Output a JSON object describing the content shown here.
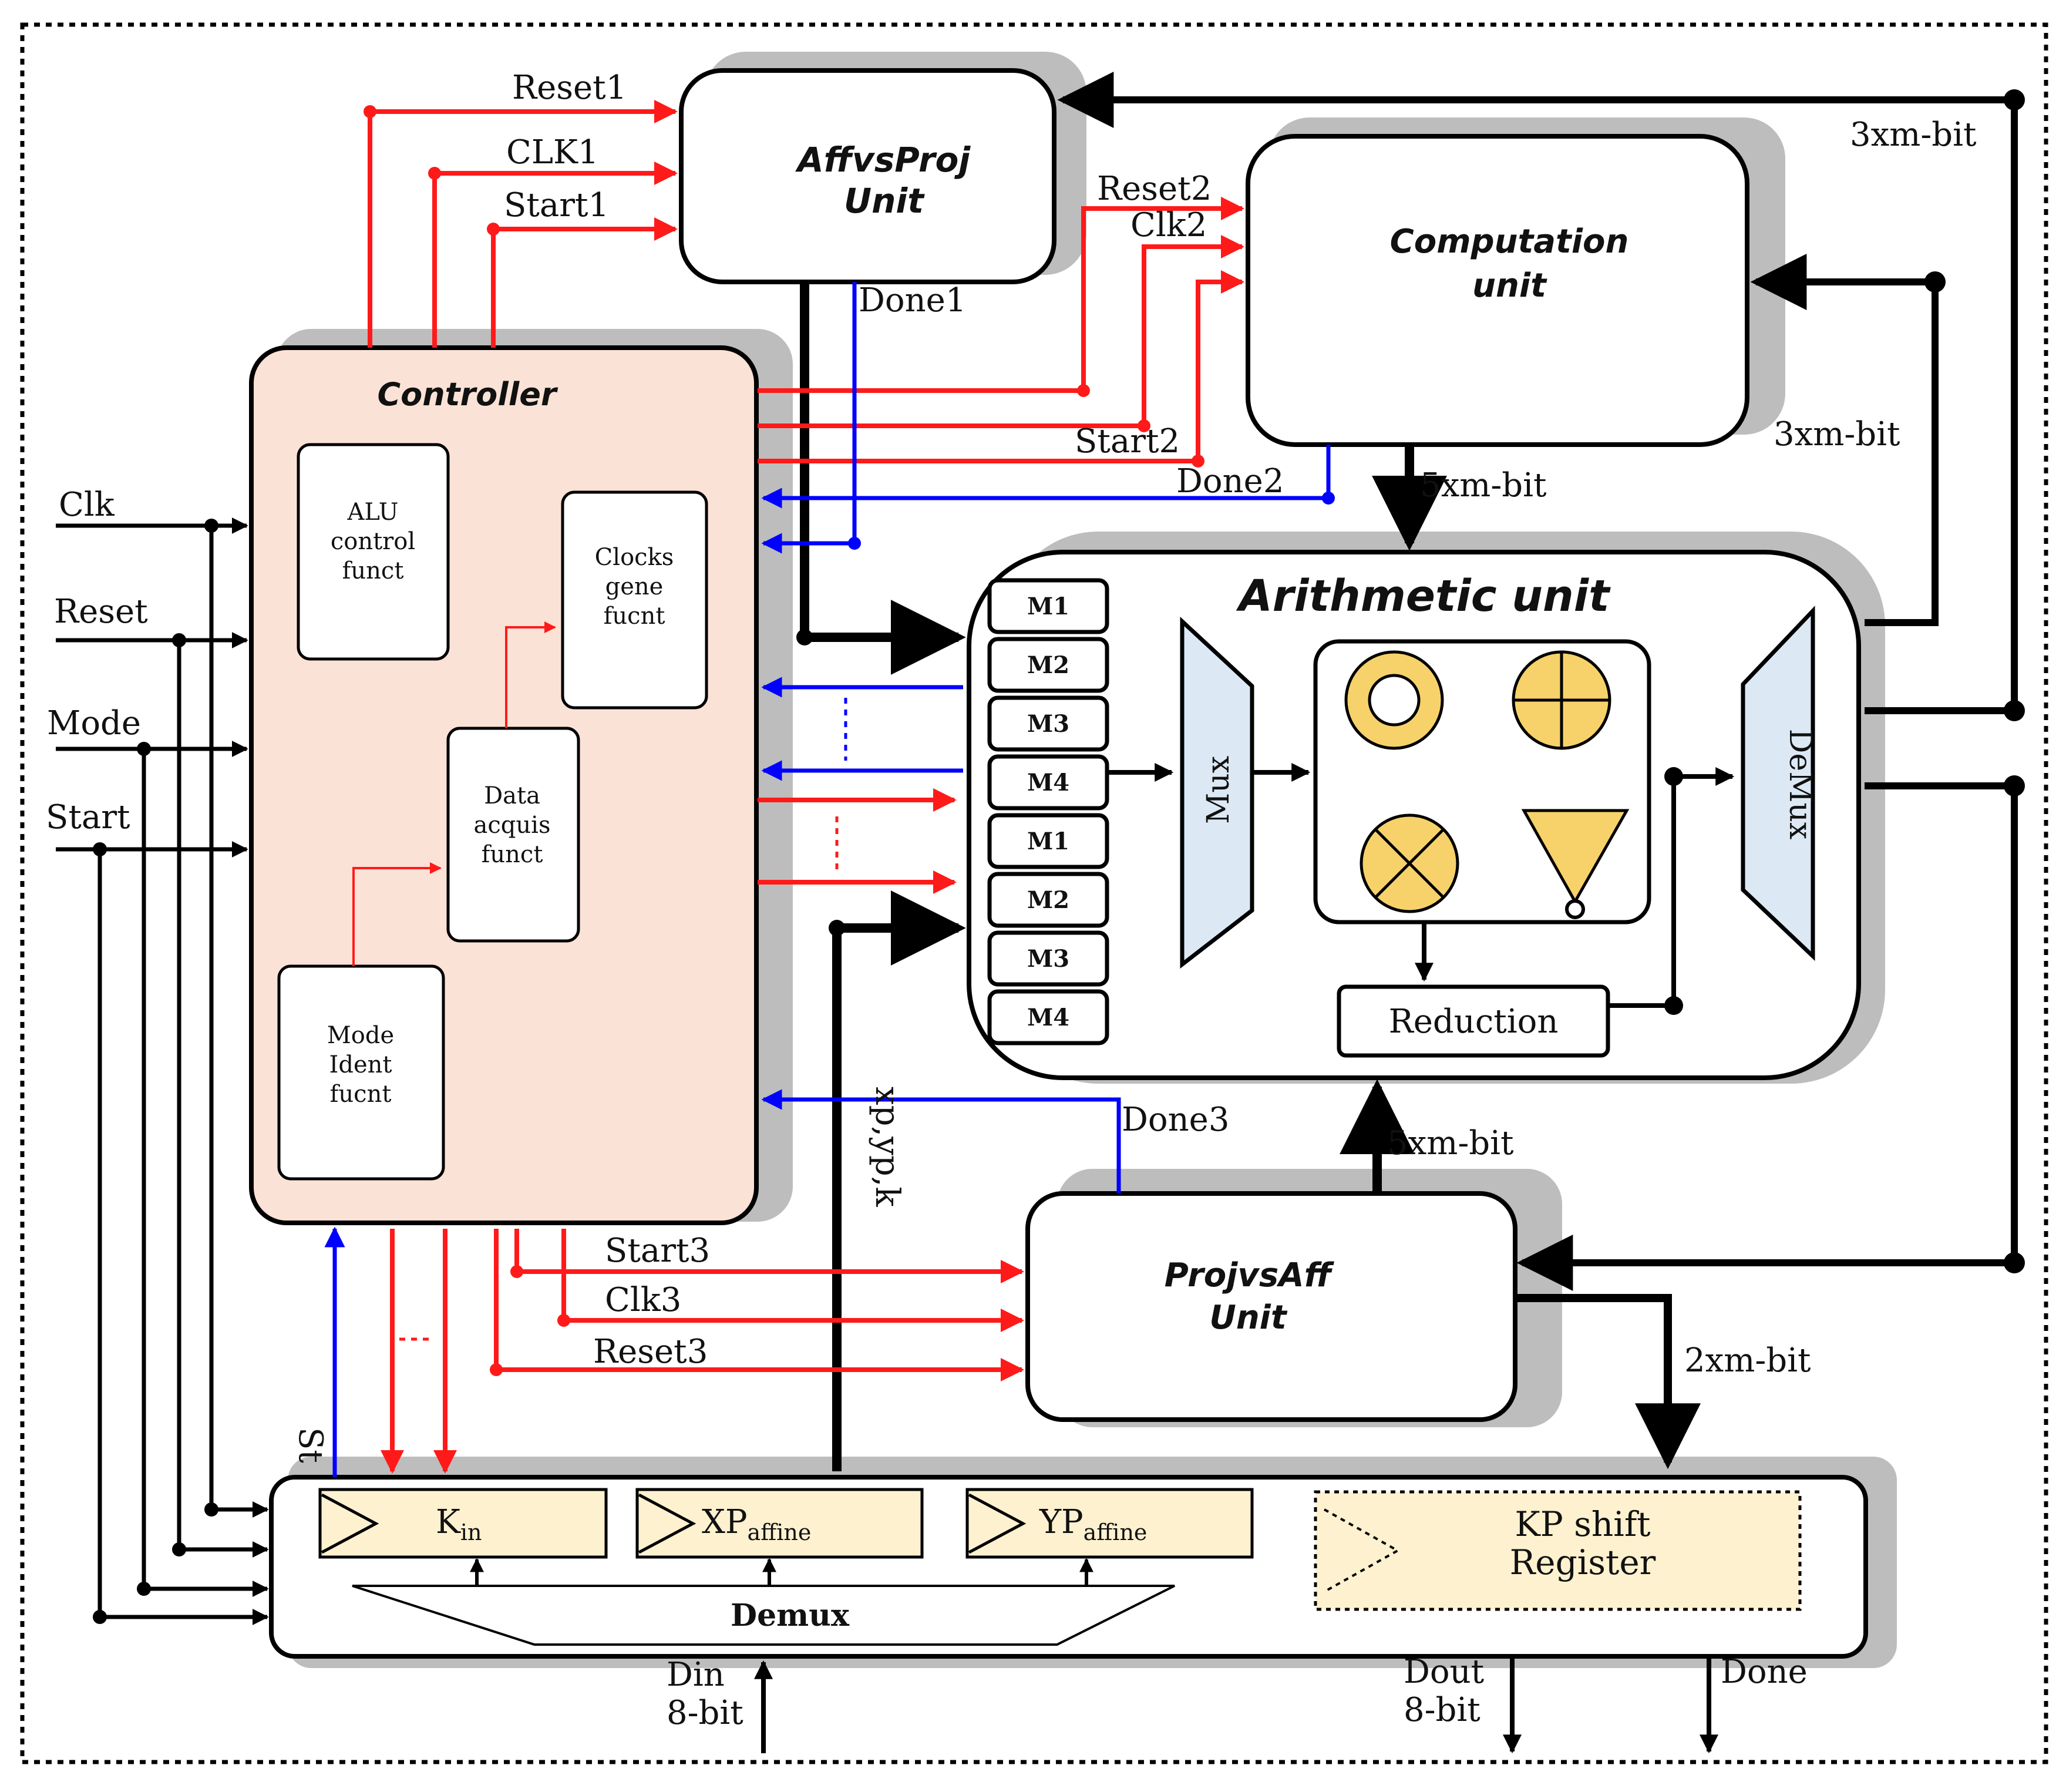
{
  "blocks": {
    "affvsproj": {
      "line1": "AffvsProj",
      "line2": "Unit"
    },
    "computation": {
      "line1": "Computation",
      "line2": "unit"
    },
    "controller": {
      "title": "Controller"
    },
    "alu": {
      "line1": "ALU",
      "line2": "control",
      "line3": "funct"
    },
    "clocks": {
      "line1": "Clocks",
      "line2": "gene",
      "line3": "fucnt"
    },
    "data": {
      "line1": "Data",
      "line2": "acquis",
      "line3": "funct"
    },
    "mode": {
      "line1": "Mode",
      "line2": "Ident",
      "line3": "fucnt"
    },
    "arith": {
      "title": "Arithmetic  unit"
    },
    "registers": [
      "M1",
      "M2",
      "M3",
      "M4",
      "M1",
      "M2",
      "M3",
      "M4"
    ],
    "mux": "Mux",
    "demux_right": "DeMux",
    "reduction": "Reduction",
    "projvsaff": {
      "line1": "ProjvsAff",
      "line2": "Unit"
    },
    "kin": {
      "main": "K",
      "sub": "in"
    },
    "xp": {
      "main": "XP",
      "sub": "affine"
    },
    "yp": {
      "main": "YP",
      "sub": "affine"
    },
    "kpshift": {
      "line1": "KP shift",
      "line2": "Register"
    },
    "demux_bottom": "Demux"
  },
  "signals": {
    "reset1": "Reset1",
    "clk1": "CLK1",
    "start1": "Start1",
    "done1": "Done1",
    "reset2": "Reset2",
    "clk2": "Clk2",
    "start2": "Start2",
    "done2": "Done2",
    "start3": "Start3",
    "clk3": "Clk3",
    "reset3": "Reset3",
    "done3": "Done3",
    "clk_in": "Clk",
    "reset_in": "Reset",
    "mode_in": "Mode",
    "start_in": "Start",
    "bus_3xm_top": "3xm-bit",
    "bus_3xm_right": "3xm-bit",
    "bus_5xm_top": "5xm-bit",
    "bus_5xm_bottom": "5xm-bit",
    "bus_2xm": "2xm-bit",
    "xpypk": "xp,yp,k",
    "st": "St",
    "din": "Din",
    "din_width": "8-bit",
    "dout": "Dout",
    "dout_width": "8-bit",
    "done_out": "Done"
  },
  "colors": {
    "control_red": "#ff1a1a",
    "done_blue": "#0000ff",
    "bus_black": "#000000",
    "controller_fill": "#fbe2d6",
    "shadow_gray": "#bdbdbd",
    "mux_fill": "#dce9f5",
    "register_fill": "#fdf1cf",
    "op_gold": "#f7d26a"
  },
  "icons": [
    "circle-op-icon",
    "plus-op-icon",
    "cross-op-icon",
    "triangle-op-icon"
  ]
}
